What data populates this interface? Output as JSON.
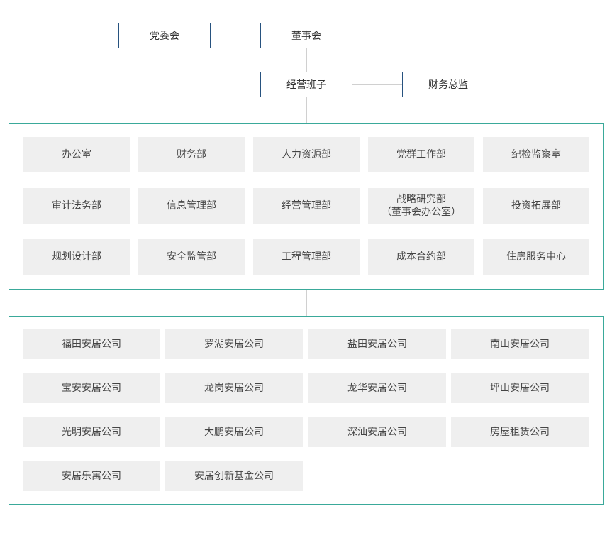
{
  "top": {
    "party_committee": "党委会",
    "board": "董事会",
    "management": "经营班子",
    "cfo": "财务总监"
  },
  "departments": [
    [
      "办公室"
    ],
    [
      "财务部"
    ],
    [
      "人力资源部"
    ],
    [
      "党群工作部"
    ],
    [
      "纪检监察室"
    ],
    [
      "审计法务部"
    ],
    [
      "信息管理部"
    ],
    [
      "经营管理部"
    ],
    [
      "战略研究部",
      "（董事会办公室）"
    ],
    [
      "投资拓展部"
    ],
    [
      "规划设计部"
    ],
    [
      "安全监管部"
    ],
    [
      "工程管理部"
    ],
    [
      "成本合约部"
    ],
    [
      "住房服务中心"
    ]
  ],
  "companies": [
    "福田安居公司",
    "罗湖安居公司",
    "盐田安居公司",
    "南山安居公司",
    "宝安安居公司",
    "龙岗安居公司",
    "龙华安居公司",
    "坪山安居公司",
    "光明安居公司",
    "大鹏安居公司",
    "深汕安居公司",
    "房屋租赁公司",
    "安居乐寓公司",
    "安居创新基金公司"
  ]
}
